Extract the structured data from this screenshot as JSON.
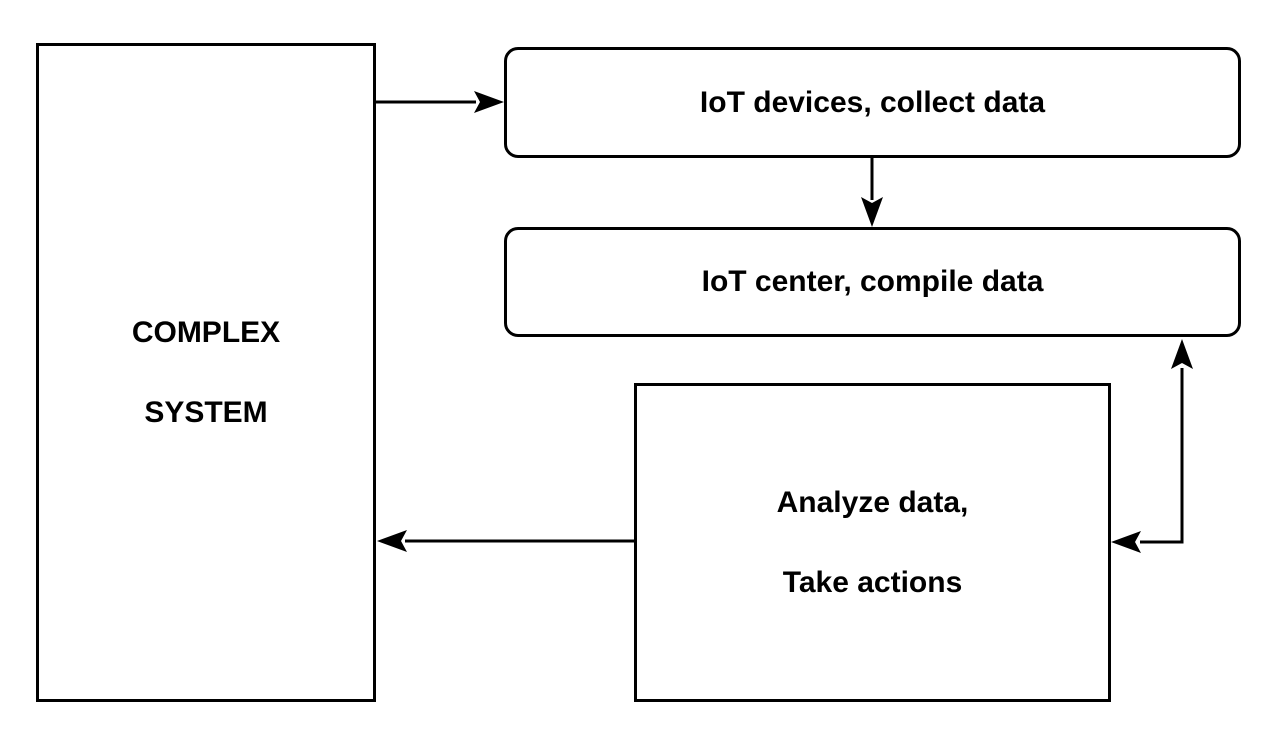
{
  "diagram": {
    "complex_system": {
      "line1": "COMPLEX",
      "line2": "SYSTEM"
    },
    "collect": {
      "label": "IoT devices, collect data"
    },
    "compile": {
      "label": "IoT center, compile data"
    },
    "analyze": {
      "line1": "Analyze data,",
      "line2": "Take actions"
    },
    "colors": {
      "stroke": "#000000",
      "background": "#ffffff"
    }
  }
}
